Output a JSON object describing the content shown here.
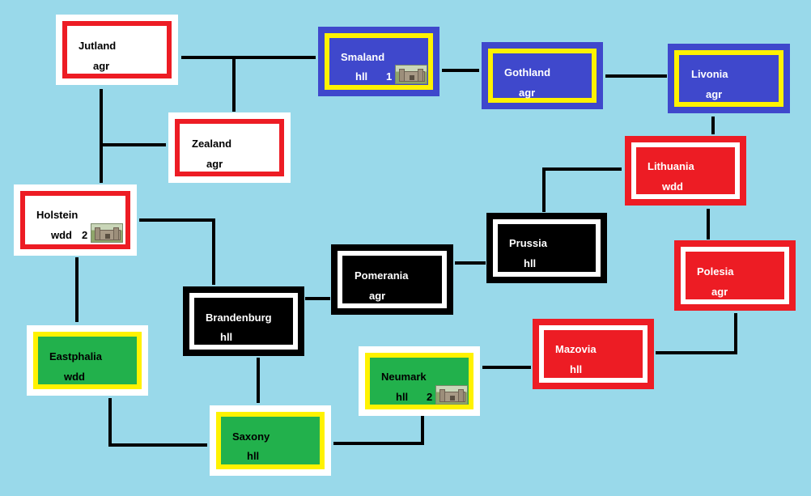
{
  "colors": {
    "background": "#99d9ea",
    "link": "#000000",
    "denmark_border": "#ed1c24",
    "denmark_fill": "#ffffff",
    "sweden_border": "#3f48cc",
    "sweden_frame": "#fff200",
    "germany_border": "#000000",
    "germany_fill": "#ffffff",
    "saxon_border": "#ffffff",
    "saxon_frame": "#fff200",
    "saxon_fill": "#22b14c",
    "lithuania_fill": "#ed1c24"
  },
  "provinces": {
    "jutland": {
      "name": "Jutland",
      "terrain": "agr"
    },
    "zealand": {
      "name": "Zealand",
      "terrain": "agr"
    },
    "holstein": {
      "name": "Holstein",
      "terrain": "wdd",
      "count": "2"
    },
    "smaland": {
      "name": "Smaland",
      "terrain": "hll",
      "count": "1"
    },
    "gothland": {
      "name": "Gothland",
      "terrain": "agr"
    },
    "livonia": {
      "name": "Livonia",
      "terrain": "agr"
    },
    "lithuania": {
      "name": "Lithuania",
      "terrain": "wdd"
    },
    "polesia": {
      "name": "Polesia",
      "terrain": "agr"
    },
    "mazovia": {
      "name": "Mazovia",
      "terrain": "hll"
    },
    "prussia": {
      "name": "Prussia",
      "terrain": "hll"
    },
    "pomerania": {
      "name": "Pomerania",
      "terrain": "agr"
    },
    "brandenburg": {
      "name": "Brandenburg",
      "terrain": "hll"
    },
    "eastphalia": {
      "name": "Eastphalia",
      "terrain": "wdd"
    },
    "saxony": {
      "name": "Saxony",
      "terrain": "hll"
    },
    "neumark": {
      "name": "Neumark",
      "terrain": "hll",
      "count": "2"
    }
  },
  "icons": {
    "fortress": "castle-icon"
  }
}
